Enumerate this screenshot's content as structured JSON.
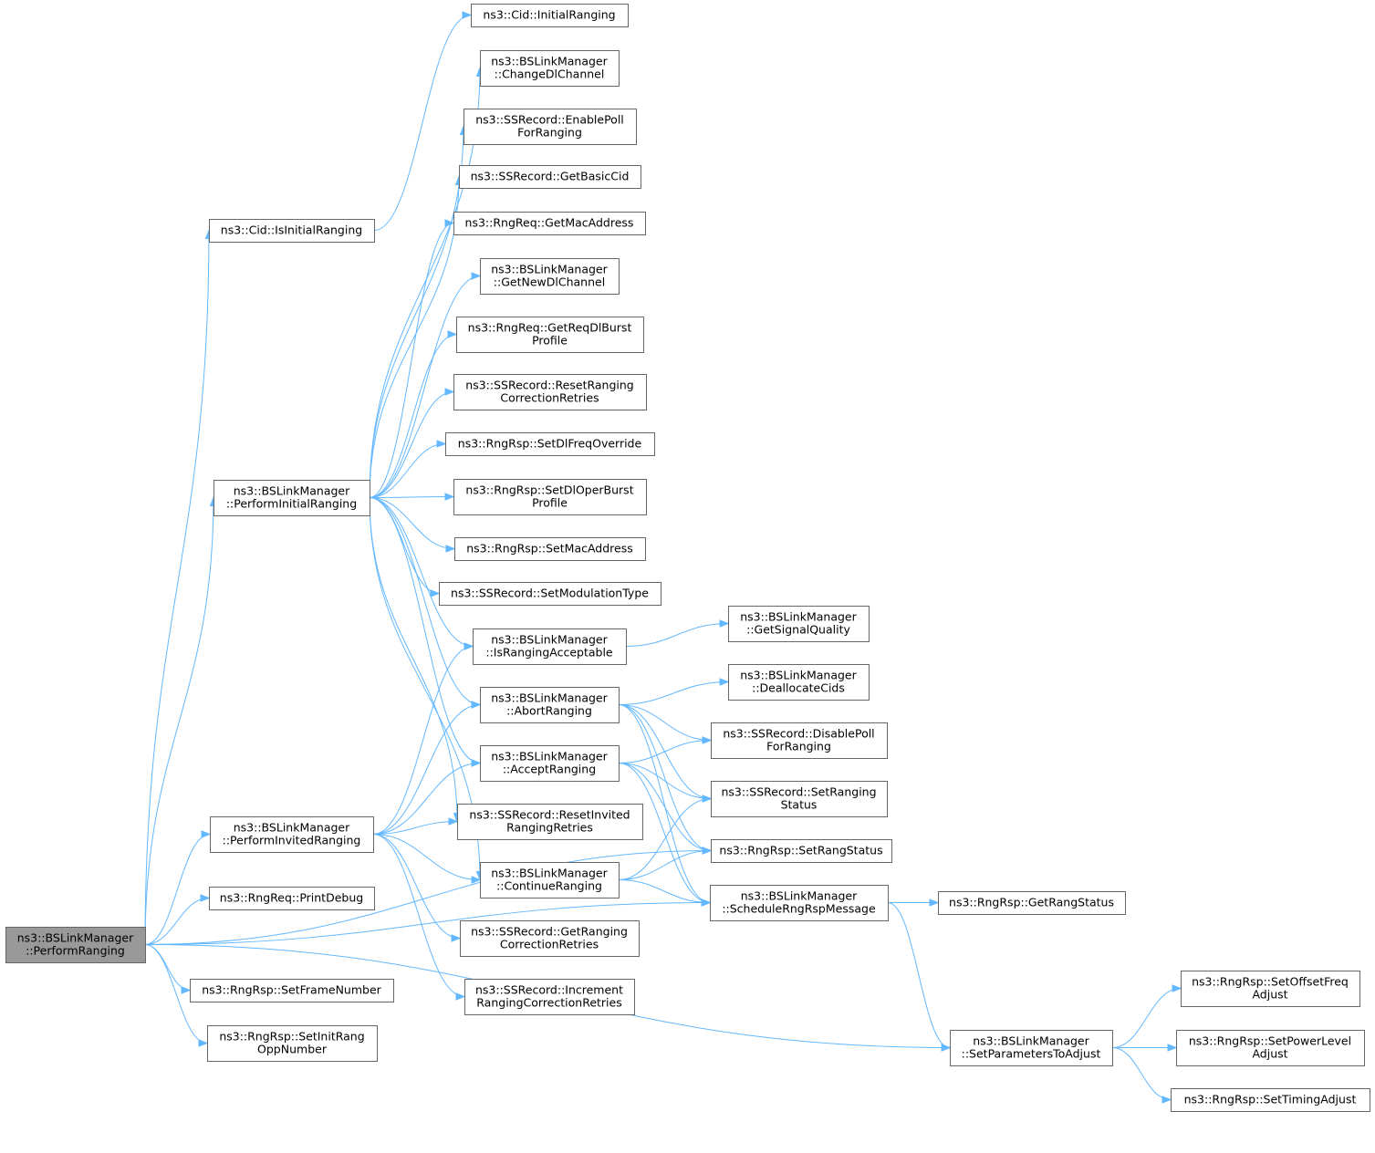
{
  "nodes": [
    {
      "id": "root",
      "lines": [
        "ns3::BSLinkManager",
        "::PerformRanging"
      ],
      "root": true
    },
    {
      "id": "cid_isinit",
      "lines": [
        "ns3::Cid::IsInitialRanging"
      ]
    },
    {
      "id": "perf_init",
      "lines": [
        "ns3::BSLinkManager",
        "::PerformInitialRanging"
      ]
    },
    {
      "id": "perf_invited",
      "lines": [
        "ns3::BSLinkManager",
        "::PerformInvitedRanging"
      ]
    },
    {
      "id": "printdebug",
      "lines": [
        "ns3::RngReq::PrintDebug"
      ]
    },
    {
      "id": "setframenum",
      "lines": [
        "ns3::RngRsp::SetFrameNumber"
      ]
    },
    {
      "id": "setinitrang",
      "lines": [
        "ns3::RngRsp::SetInitRang",
        "OppNumber"
      ]
    },
    {
      "id": "cid_initial",
      "lines": [
        "ns3::Cid::InitialRanging"
      ]
    },
    {
      "id": "changedl",
      "lines": [
        "ns3::BSLinkManager",
        "::ChangeDlChannel"
      ]
    },
    {
      "id": "enablepoll",
      "lines": [
        "ns3::SSRecord::EnablePoll",
        "ForRanging"
      ]
    },
    {
      "id": "getbasiccid",
      "lines": [
        "ns3::SSRecord::GetBasicCid"
      ]
    },
    {
      "id": "getmac",
      "lines": [
        "ns3::RngReq::GetMacAddress"
      ]
    },
    {
      "id": "getnewdl",
      "lines": [
        "ns3::BSLinkManager",
        "::GetNewDlChannel"
      ]
    },
    {
      "id": "getreqdl",
      "lines": [
        "ns3::RngReq::GetReqDlBurst",
        "Profile"
      ]
    },
    {
      "id": "resetranging",
      "lines": [
        "ns3::SSRecord::ResetRanging",
        "CorrectionRetries"
      ]
    },
    {
      "id": "setdlfreq",
      "lines": [
        "ns3::RngRsp::SetDlFreqOverride"
      ]
    },
    {
      "id": "setdloper",
      "lines": [
        "ns3::RngRsp::SetDlOperBurst",
        "Profile"
      ]
    },
    {
      "id": "setmac",
      "lines": [
        "ns3::RngRsp::SetMacAddress"
      ]
    },
    {
      "id": "setmodulation",
      "lines": [
        "ns3::SSRecord::SetModulationType"
      ]
    },
    {
      "id": "israngingacc",
      "lines": [
        "ns3::BSLinkManager",
        "::IsRangingAcceptable"
      ]
    },
    {
      "id": "abortranging",
      "lines": [
        "ns3::BSLinkManager",
        "::AbortRanging"
      ]
    },
    {
      "id": "acceptranging",
      "lines": [
        "ns3::BSLinkManager",
        "::AcceptRanging"
      ]
    },
    {
      "id": "resetinvited",
      "lines": [
        "ns3::SSRecord::ResetInvited",
        "RangingRetries"
      ]
    },
    {
      "id": "continueranging",
      "lines": [
        "ns3::BSLinkManager",
        "::ContinueRanging"
      ]
    },
    {
      "id": "getrangingcorr",
      "lines": [
        "ns3::SSRecord::GetRanging",
        "CorrectionRetries"
      ]
    },
    {
      "id": "incranging",
      "lines": [
        "ns3::SSRecord::Increment",
        "RangingCorrectionRetries"
      ]
    },
    {
      "id": "getsignal",
      "lines": [
        "ns3::BSLinkManager",
        "::GetSignalQuality"
      ]
    },
    {
      "id": "dealloc",
      "lines": [
        "ns3::BSLinkManager",
        "::DeallocateCids"
      ]
    },
    {
      "id": "disablepoll",
      "lines": [
        "ns3::SSRecord::DisablePoll",
        "ForRanging"
      ]
    },
    {
      "id": "setrangingstatus",
      "lines": [
        "ns3::SSRecord::SetRanging",
        "Status"
      ]
    },
    {
      "id": "setrangstatus",
      "lines": [
        "ns3::RngRsp::SetRangStatus"
      ]
    },
    {
      "id": "schedulerng",
      "lines": [
        "ns3::BSLinkManager",
        "::ScheduleRngRspMessage"
      ]
    },
    {
      "id": "getrangstatus",
      "lines": [
        "ns3::RngRsp::GetRangStatus"
      ]
    },
    {
      "id": "setparams",
      "lines": [
        "ns3::BSLinkManager",
        "::SetParametersToAdjust"
      ]
    },
    {
      "id": "setoffset",
      "lines": [
        "ns3::RngRsp::SetOffsetFreq",
        "Adjust"
      ]
    },
    {
      "id": "setpower",
      "lines": [
        "ns3::RngRsp::SetPowerLevel",
        "Adjust"
      ]
    },
    {
      "id": "settiming",
      "lines": [
        "ns3::RngRsp::SetTimingAdjust"
      ]
    }
  ],
  "edges": [
    [
      "root",
      "cid_isinit"
    ],
    [
      "root",
      "perf_init"
    ],
    [
      "root",
      "perf_invited"
    ],
    [
      "root",
      "printdebug"
    ],
    [
      "root",
      "setrangstatus"
    ],
    [
      "root",
      "schedulerng"
    ],
    [
      "root",
      "setframenum"
    ],
    [
      "root",
      "setinitrang"
    ],
    [
      "root",
      "setparams"
    ],
    [
      "cid_isinit",
      "cid_initial"
    ],
    [
      "perf_init",
      "changedl"
    ],
    [
      "perf_init",
      "enablepoll"
    ],
    [
      "perf_init",
      "getbasiccid"
    ],
    [
      "perf_init",
      "getmac"
    ],
    [
      "perf_init",
      "getnewdl"
    ],
    [
      "perf_init",
      "getreqdl"
    ],
    [
      "perf_init",
      "resetranging"
    ],
    [
      "perf_init",
      "setdlfreq"
    ],
    [
      "perf_init",
      "setdloper"
    ],
    [
      "perf_init",
      "setmac"
    ],
    [
      "perf_init",
      "setmodulation"
    ],
    [
      "perf_init",
      "israngingacc"
    ],
    [
      "perf_init",
      "abortranging"
    ],
    [
      "perf_init",
      "acceptranging"
    ],
    [
      "perf_init",
      "resetinvited"
    ],
    [
      "perf_init",
      "continueranging"
    ],
    [
      "perf_invited",
      "israngingacc"
    ],
    [
      "perf_invited",
      "abortranging"
    ],
    [
      "perf_invited",
      "acceptranging"
    ],
    [
      "perf_invited",
      "resetinvited"
    ],
    [
      "perf_invited",
      "continueranging"
    ],
    [
      "perf_invited",
      "getrangingcorr"
    ],
    [
      "perf_invited",
      "incranging"
    ],
    [
      "israngingacc",
      "getsignal"
    ],
    [
      "abortranging",
      "dealloc"
    ],
    [
      "abortranging",
      "disablepoll"
    ],
    [
      "abortranging",
      "setrangingstatus"
    ],
    [
      "abortranging",
      "setrangstatus"
    ],
    [
      "abortranging",
      "schedulerng"
    ],
    [
      "acceptranging",
      "disablepoll"
    ],
    [
      "acceptranging",
      "setrangingstatus"
    ],
    [
      "acceptranging",
      "setrangstatus"
    ],
    [
      "acceptranging",
      "schedulerng"
    ],
    [
      "continueranging",
      "setrangingstatus"
    ],
    [
      "continueranging",
      "setrangstatus"
    ],
    [
      "continueranging",
      "schedulerng"
    ],
    [
      "schedulerng",
      "getrangstatus"
    ],
    [
      "schedulerng",
      "setparams"
    ],
    [
      "setparams",
      "setoffset"
    ],
    [
      "setparams",
      "setpower"
    ],
    [
      "setparams",
      "settiming"
    ]
  ],
  "colors": {
    "edge": "#63b8ff",
    "node_border": "#666666",
    "root_fill": "#999999",
    "node_fill": "#ffffff"
  }
}
